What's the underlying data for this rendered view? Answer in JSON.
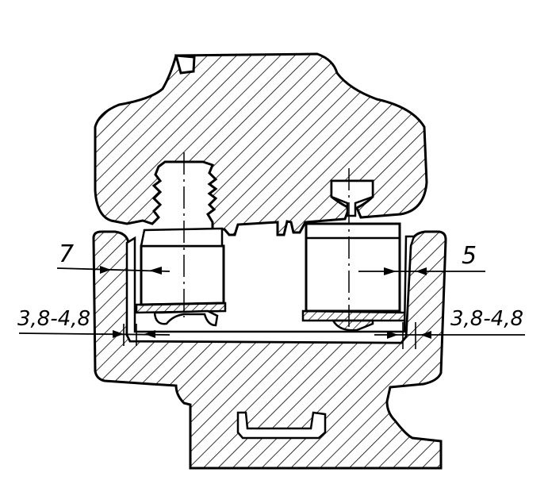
{
  "dimensions": {
    "left_wall_thickness": "7",
    "right_wall_thickness": "5",
    "left_gap": "3,8-4,8",
    "right_gap": "3,8-4,8"
  },
  "colors": {
    "ink": "#000000",
    "paper": "#ffffff"
  }
}
